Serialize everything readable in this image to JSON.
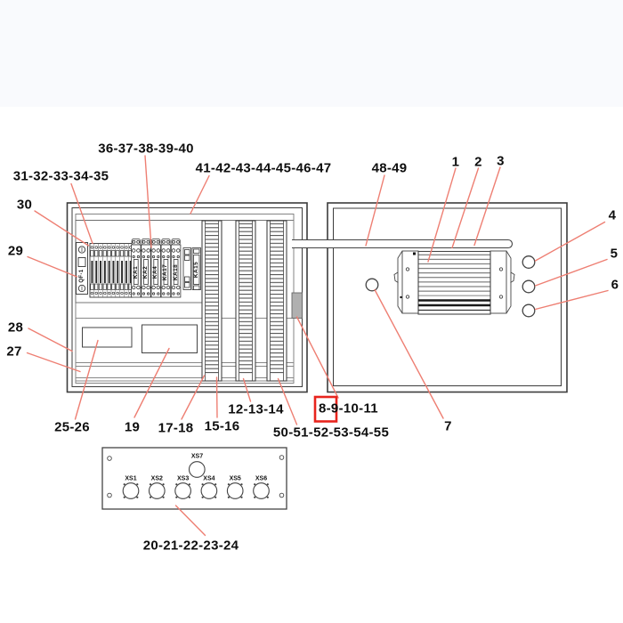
{
  "diagram": {
    "type": "parts-callout-diagram",
    "colors": {
      "leader": "#ee7f73",
      "highlight": "#e8241d",
      "line": "#3c3c3c",
      "lock_fill": "#b0b0b0",
      "top_band": "#f9fafd"
    },
    "callouts": {
      "c36_40": "36-37-38-39-40",
      "c41_47": "41-42-43-44-45-46-47",
      "c48_49": "48-49",
      "c1": "1",
      "c2": "2",
      "c3": "3",
      "c4": "4",
      "c5": "5",
      "c6": "6",
      "c7": "7",
      "c31_35": "31-32-33-34-35",
      "c30": "30",
      "c29": "29",
      "c28": "28",
      "c27": "27",
      "c25_26": "25-26",
      "c19": "19",
      "c17_18": "17-18",
      "c15_16": "15-16",
      "c12_14": "12-13-14",
      "c8_11": "8-9-10-11",
      "c50_55": "50-51-52-53-54-55",
      "c20_24": "20-21-22-23-24"
    },
    "cabinet": {
      "breaker": "QF-1",
      "relays": [
        "KA1",
        "KA2",
        "KA4",
        "KA17",
        "KA18"
      ],
      "aux_relay": "KA15"
    },
    "connector_panel": {
      "aux": "XS7",
      "connectors": [
        "XS1",
        "XS2",
        "XS3",
        "XS4",
        "XS5",
        "XS6"
      ]
    }
  }
}
